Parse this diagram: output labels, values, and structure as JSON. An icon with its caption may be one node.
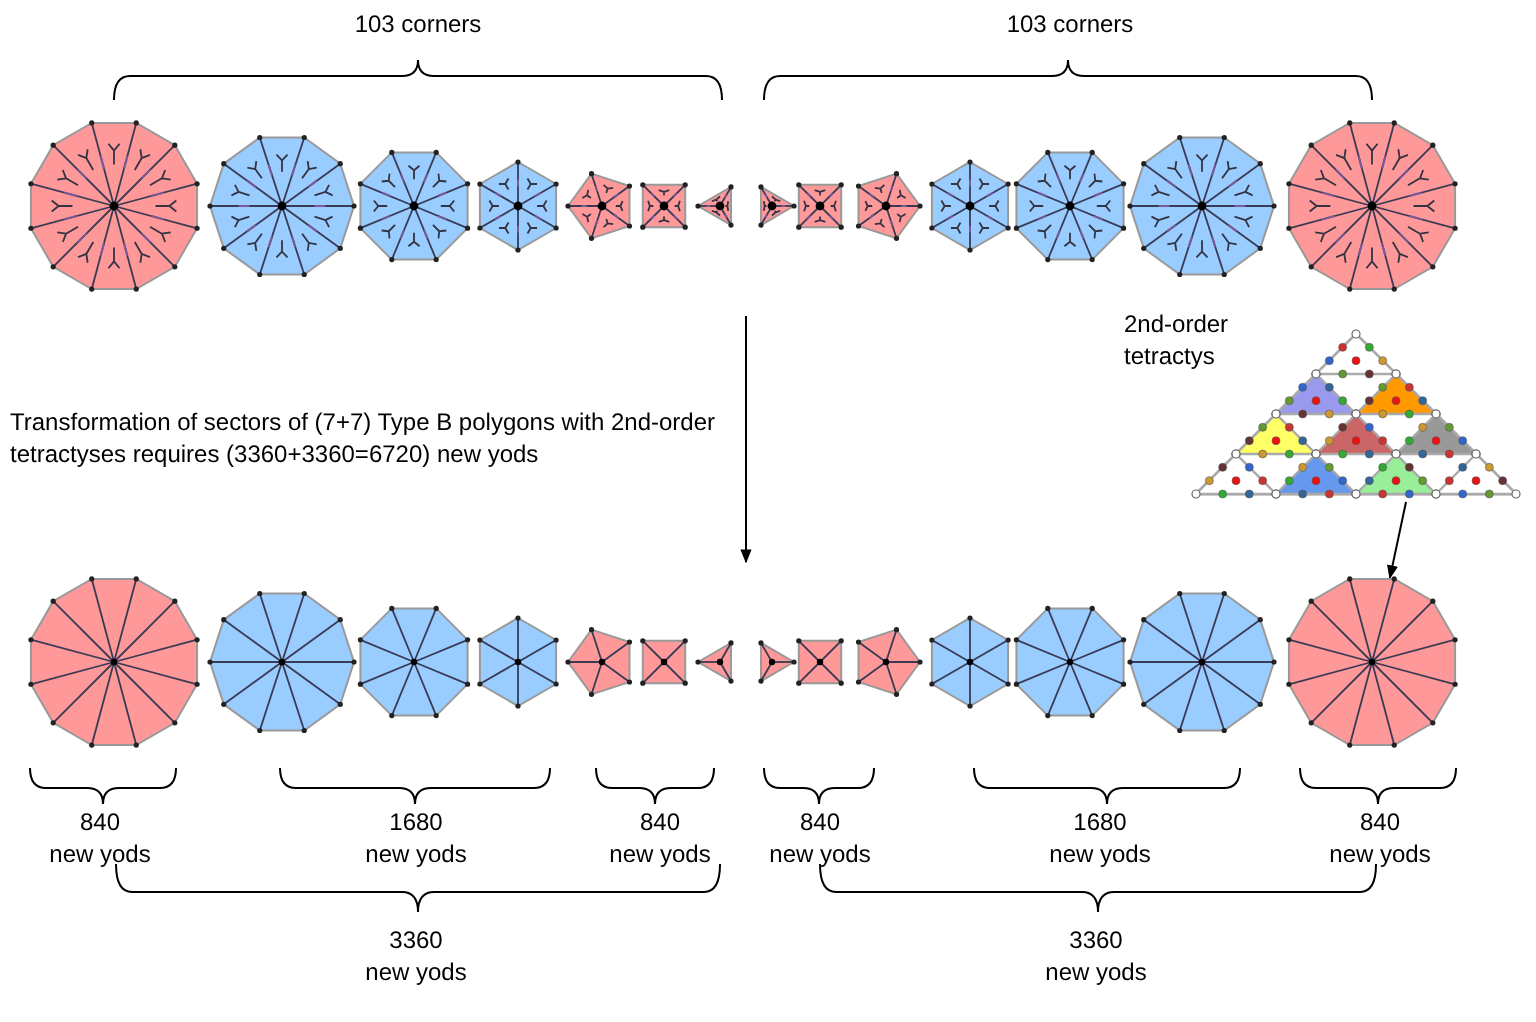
{
  "diagram": {
    "nodes": [
      {
        "text": [],
        "shape": "triangle",
        "beside": [
          "2nd-order tetractys"
        ]
      },
      {
        "text": [],
        "shape": "polygon"
      }
    ],
    "edges": [
      {
        "from": 0,
        "to": 1,
        "arrow": "to"
      }
    ],
    "labels": [
      "103 corners",
      "103 corners",
      "Transformation of sectors of (7+7) Type B polygons with 2nd-order tetractyses requires (3360+3360=6720) new yods",
      "840 new yods",
      "1680 new yods",
      "840 new yods",
      "840 new yods",
      "1680 new yods",
      "840 new yods",
      "3360 new yods",
      "3360 new yods"
    ]
  }
}
